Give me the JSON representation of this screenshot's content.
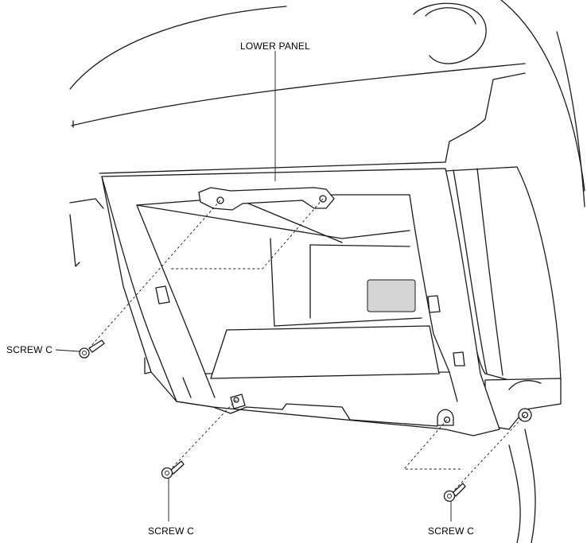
{
  "labels": {
    "lower_panel": "LOWER  PANEL",
    "screw_left": "SCREW C",
    "screw_bottom_left": "SCREW C",
    "screw_bottom_right": "SCREW C"
  },
  "colors": {
    "line": "#1a1a1a",
    "background": "#ffffff"
  }
}
